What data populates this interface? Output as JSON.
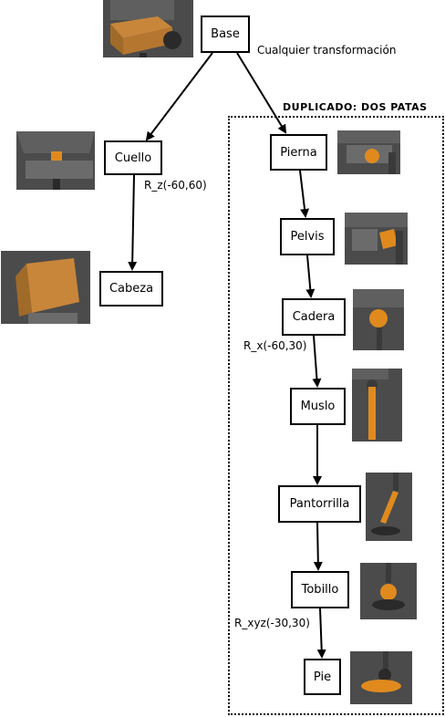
{
  "group": {
    "title": "DUPLICADO: DOS PATAS"
  },
  "nodes": {
    "base": "Base",
    "cuello": "Cuello",
    "cabeza": "Cabeza",
    "pierna": "Pierna",
    "pelvis": "Pelvis",
    "cadera": "Cadera",
    "muslo": "Muslo",
    "pantorrilla": "Pantorrilla",
    "tobillo": "Tobillo",
    "pie": "Pie"
  },
  "annotations": {
    "base": "Cualquier transformación",
    "cuello": "R_z(-60,60)",
    "cadera": "R_x(-60,30)",
    "tobillo": "R_xyz(-30,30)"
  },
  "colors": {
    "highlight": "#e08a1e",
    "part": "#6b6b6b",
    "background": "#444444"
  }
}
